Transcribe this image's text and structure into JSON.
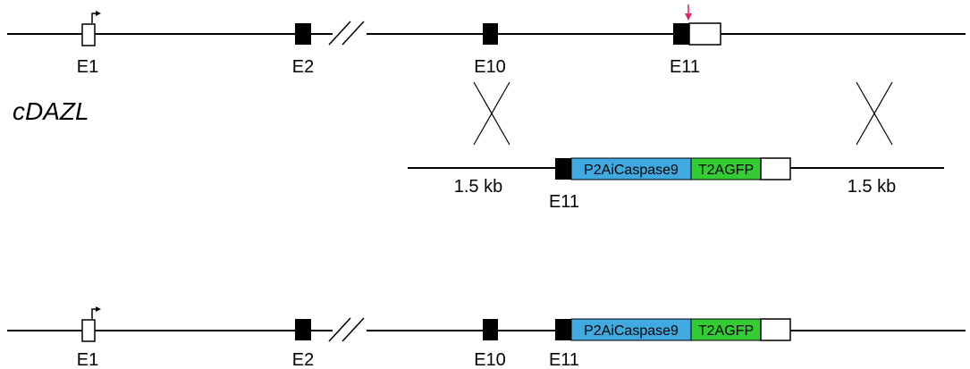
{
  "gene_name": "cDAZL",
  "colors": {
    "line": "#000000",
    "exon_coding": "#000000",
    "utr": "#ffffff",
    "p2a_icaspase9": "#3fa9e0",
    "t2agfp": "#33cc33",
    "cut_arrow": "#e0245e"
  },
  "wildtype": {
    "exon_labels": [
      "E1",
      "E2",
      "E10",
      "E11"
    ],
    "icons": [
      "promoter-arrow-icon",
      "axis-break-icon",
      "cut-site-arrow-icon"
    ]
  },
  "donor": {
    "left_arm": "1.5 kb",
    "right_arm": "1.5 kb",
    "exon_label": "E11",
    "cassette": [
      "P2AiCaspase9",
      "T2AGFP"
    ],
    "icons": [
      "crossover-x-icon"
    ]
  },
  "knockin": {
    "exon_labels": [
      "E1",
      "E2",
      "E10",
      "E11"
    ],
    "cassette": [
      "P2AiCaspase9",
      "T2AGFP"
    ]
  }
}
